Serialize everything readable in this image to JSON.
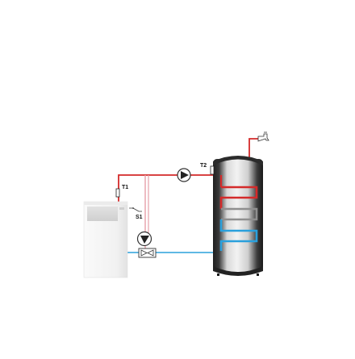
{
  "labels": {
    "t1": "T1",
    "t2": "T2",
    "s1": "S1"
  },
  "colors": {
    "supply": "#d42a2a",
    "return": "#2aa0dc",
    "tank_dark": "#2b2b2b",
    "tank_light": "#e6e6e6",
    "boiler_body": "#f4f4f4",
    "boiler_panel": "#d8d8d8",
    "coil_gray": "#8f8f8f",
    "coil_pink": "#c06a78",
    "bypass_pink": "#e6a0a8"
  }
}
